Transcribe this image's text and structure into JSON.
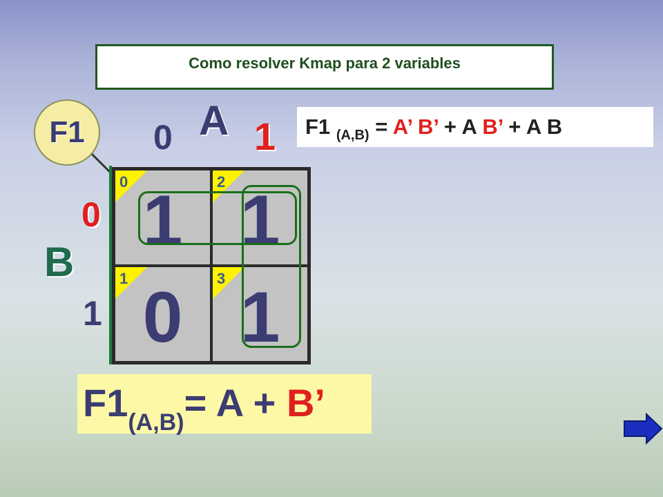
{
  "title": "Como resolver Kmap para 2 variables",
  "kmap": {
    "function_name": "F1",
    "var_A": "A",
    "var_B": "B",
    "col_labels": [
      "0",
      "1"
    ],
    "row_labels": [
      "0",
      "1"
    ],
    "cells": [
      {
        "index": "0",
        "value": "1"
      },
      {
        "index": "2",
        "value": "1"
      },
      {
        "index": "1",
        "value": "0"
      },
      {
        "index": "3",
        "value": "1"
      }
    ]
  },
  "equation": {
    "lhs": "F1",
    "args": "(A,B)",
    "eq": "=",
    "t1": "A’ B’",
    "plus1": "+",
    "t2a": "A",
    "t2b": "B’",
    "plus2": "+",
    "t3": "A B"
  },
  "result": {
    "lhs": "F1",
    "args": "(A,B)",
    "eq": "= A",
    "plus": "+",
    "term": "B’"
  },
  "colors": {
    "title_border": "#1f5a1f",
    "highlight_red": "#e0201f",
    "cell_value": "#3b3d72",
    "cell_corner": "#fff200",
    "group_outline": "#1a6e1a",
    "result_bg": "#fcf8a6",
    "nav_arrow": "#1a2fbf"
  },
  "nav": {
    "next_icon": "right-arrow-icon"
  }
}
